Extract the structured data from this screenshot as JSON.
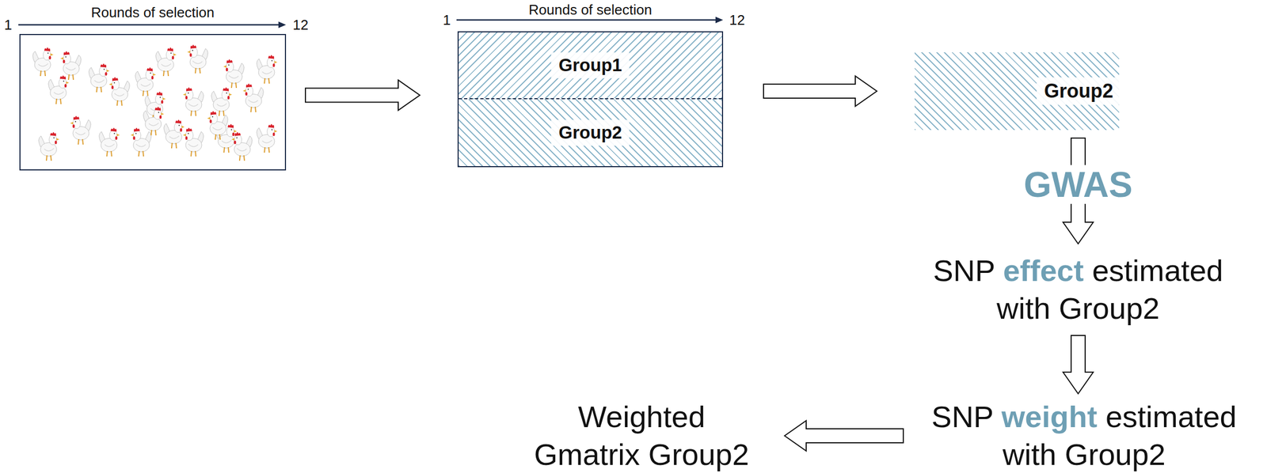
{
  "diagram": {
    "nodes": [
      {
        "text": [
          "Rounds of selection"
        ]
      },
      {
        "text": [
          "Rounds of selection"
        ]
      },
      {
        "text": [
          "Group1"
        ],
        "in": 1
      },
      {
        "text": [
          "Group2"
        ],
        "in": 1
      },
      {
        "text": [
          "Group2"
        ]
      },
      {
        "text": [
          "SNP effect estimated with Group2"
        ]
      },
      {
        "text": [
          "SNP weight estimated with Group2"
        ]
      },
      {
        "text": [
          "Weighted Gmatrix Group2"
        ]
      }
    ],
    "edges": [
      {
        "from": 0,
        "to": 1,
        "arrow": "to"
      },
      {
        "from": 1,
        "to": 4,
        "arrow": "to"
      },
      {
        "from": 4,
        "to": 5,
        "label": "GWAS",
        "arrow": "to"
      },
      {
        "from": 5,
        "to": 6,
        "arrow": "to"
      },
      {
        "from": 6,
        "to": 7,
        "arrow": "to"
      }
    ],
    "labels": [
      "1",
      "12",
      "1",
      "12"
    ]
  }
}
